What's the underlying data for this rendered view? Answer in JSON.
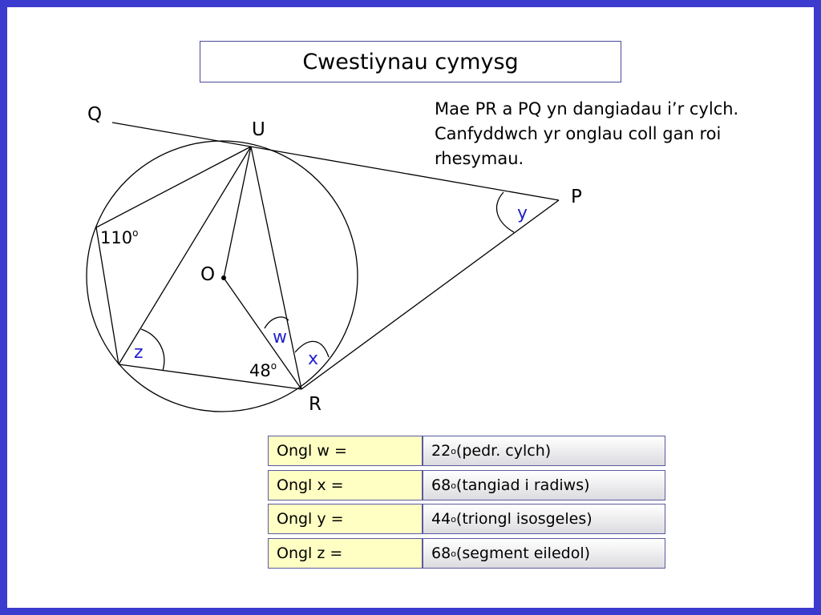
{
  "title": "Cwestiynau cymysg",
  "prompt": "Mae PR a PQ yn dangiadau i’r cylch. Canfyddwch yr onglau coll gan roi rhesymau.",
  "diagram": {
    "points": {
      "Q": "Q",
      "U": "U",
      "P": "P",
      "O": "O",
      "R": "R"
    },
    "angles": {
      "a110": "110",
      "a48": "48",
      "degree": "o"
    },
    "unknowns": {
      "w": "w",
      "x": "x",
      "y": "y",
      "z": "z"
    }
  },
  "answers": [
    {
      "label": "Ongl w =",
      "value": "22",
      "reason": " (pedr. cylch)"
    },
    {
      "label": "Ongl x =",
      "value": "68",
      "reason": " (tangiad i radiws)"
    },
    {
      "label": "Ongl y =",
      "value": "44",
      "reason": " (triongl isosgeles)"
    },
    {
      "label": "Ongl z =",
      "value": "68",
      "reason": " (segment eiledol)"
    }
  ],
  "colors": {
    "frame": "#3b3bcf",
    "label_cell": "#ffffc4",
    "unknown": "#2222cc"
  }
}
